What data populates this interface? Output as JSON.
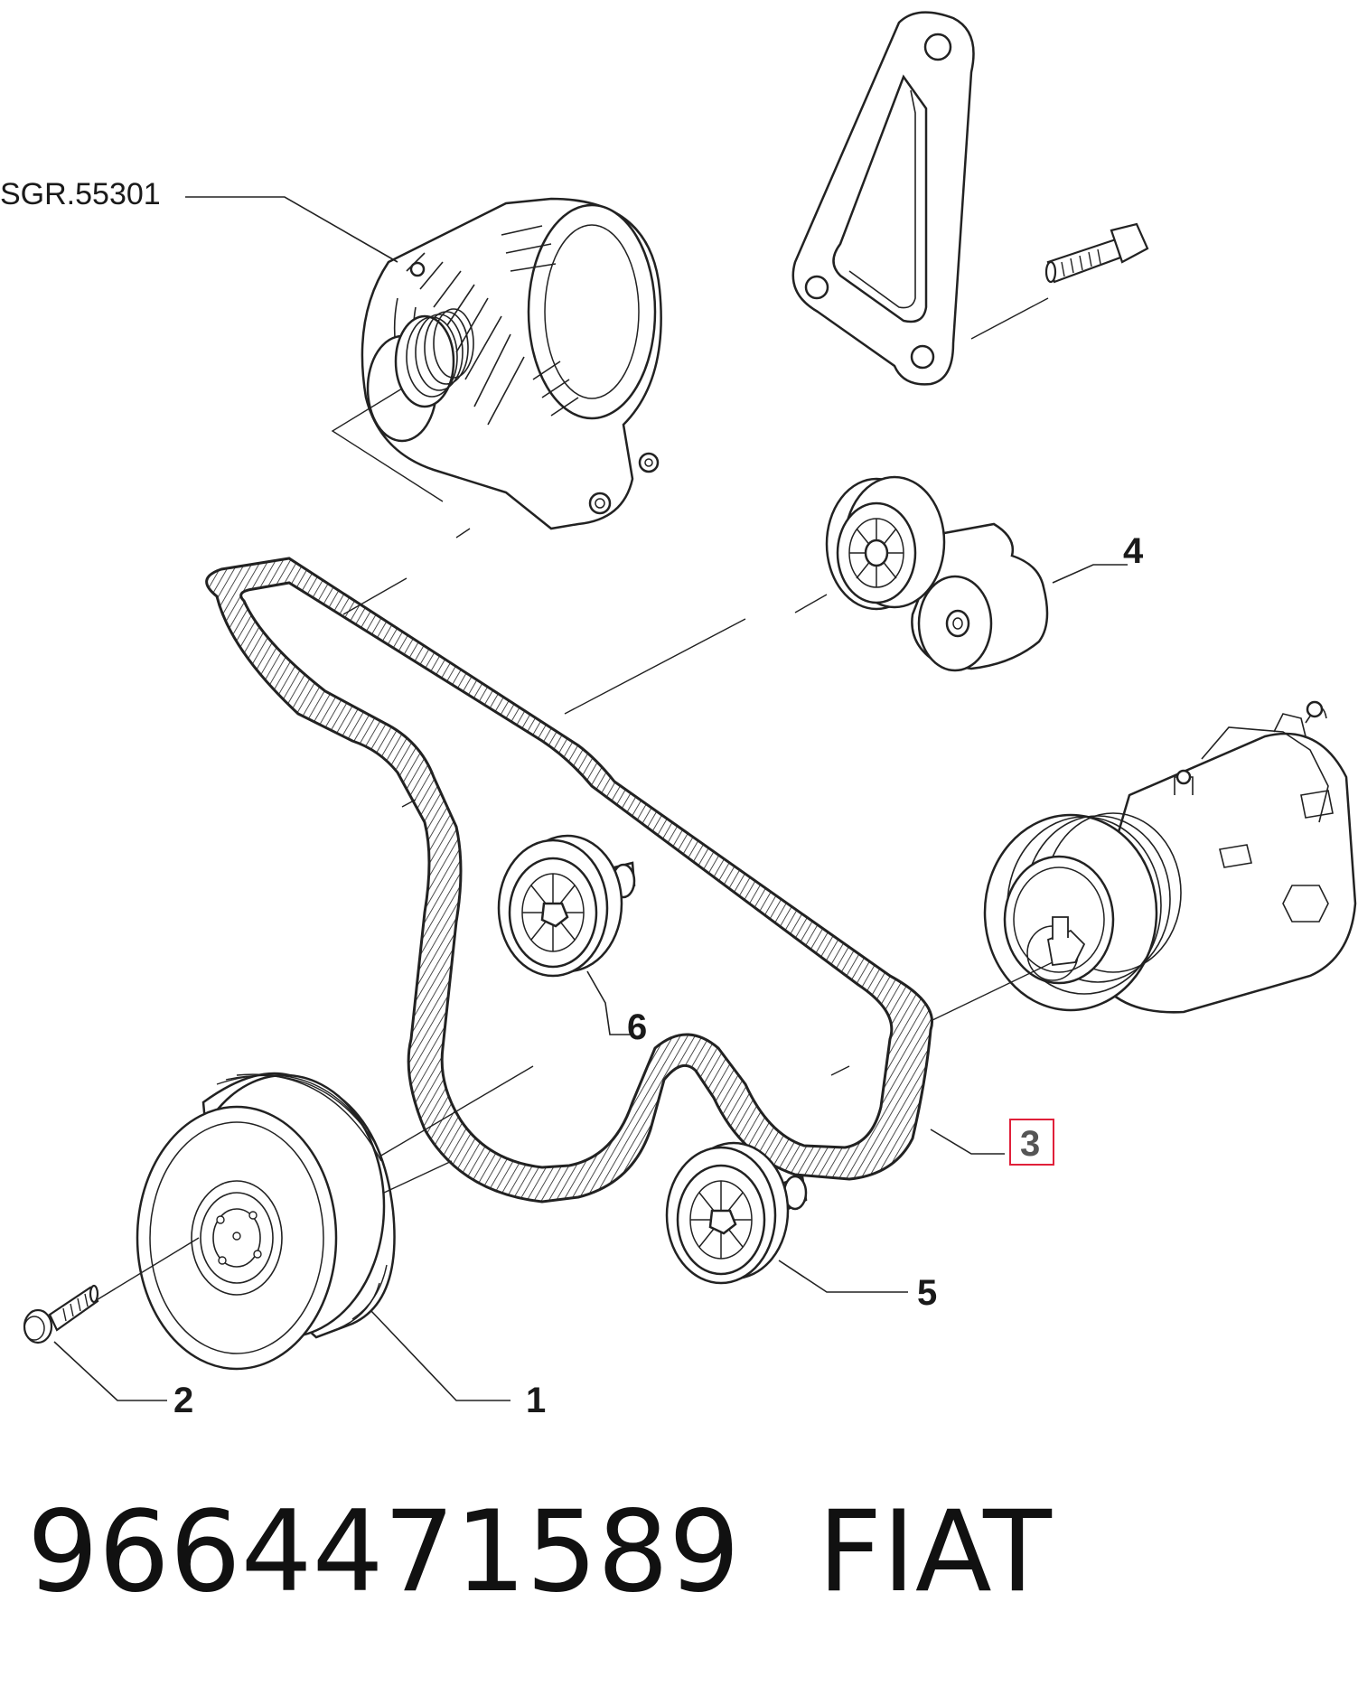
{
  "diagram": {
    "group_reference": "SGR.55301",
    "callouts": {
      "pulley": "1",
      "pulley_bolt": "2",
      "belt": "3",
      "tensioner": "4",
      "idler_lower": "5",
      "idler_upper": "6"
    },
    "highlighted_callout": "3",
    "highlight_color": "#e0203a"
  },
  "footer": {
    "part_number": "9664471589",
    "brand": "FIAT"
  }
}
